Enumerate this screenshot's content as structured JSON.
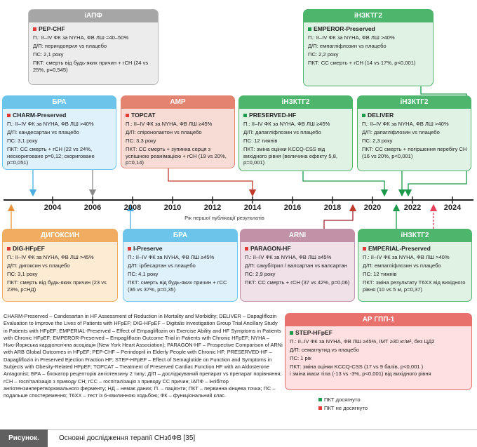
{
  "colors": {
    "grey": "#a6a6a6",
    "blue": "#6cc4ea",
    "red": "#e4836f",
    "green": "#4db66c",
    "orange": "#f0ad61",
    "mauve": "#c191a7",
    "coral": "#e9716d",
    "achieved": "#1a9a4a",
    "not_achieved": "#e8405a",
    "bullet": "#e53935"
  },
  "timeline": {
    "years": [
      "2004",
      "2006",
      "2008",
      "2010",
      "2012",
      "2014",
      "2016",
      "2018",
      "2020",
      "2022",
      "2024"
    ],
    "axis_label": "Рік першої публікації результатів"
  },
  "cards": {
    "pepchf": {
      "header": "іАПФ",
      "title": "PEP-CHF",
      "lines": [
        "П.: II–IV ФК за NYHA, ФВ ЛШ =40–50%",
        "Д/П: периндоприл vs плацебо",
        "ПС: 2,1 року",
        "ПКТ: смерть від будь-яких причин + гСН (24 vs 25%, p=0,545)"
      ]
    },
    "emperor": {
      "header": "іНЗКТГ2",
      "title": "EMPEROR-Preserved",
      "lines": [
        "П.: II–IV ФК за NYHA, ФВ ЛШ >40%",
        "Д/П: емпагліфлозин vs плацебо",
        "ПС: 2,2 року",
        "ПКТ: СС смерть + гСН (14 vs 17%, p<0,001)"
      ]
    },
    "charm": {
      "header": "БРА",
      "title": "CHARM-Preserved",
      "lines": [
        "П.: II–IV ФК за NYHA, ФВ ЛШ >40%",
        "Д/П: кандесартан vs плацебо",
        "ПС: 3,1 року",
        "ПКТ: СС смерть + гСН (22 vs 24%, нескориговане p=0,12; скориговане p=0,051)"
      ]
    },
    "topcat": {
      "header": "АМР",
      "title": "TOPCAT",
      "lines": [
        "П.: II–IV ФК за NYHA, ФВ ЛШ ≥45%",
        "Д/П: спіронолактон vs плацебо",
        "ПС: 3,3 року",
        "ПКТ: СС смерть + зупинка серця з успішною реанімацією + гСН (19 vs 20%, p=0,14)"
      ]
    },
    "preserved": {
      "header": "іНЗКТГ2",
      "title": "PRESERVED-HF",
      "lines": [
        "П.: II–IV ФК за NYHA, ФВ ЛШ ≥45%",
        "Д/П: дапагліфлозин vs плацебо",
        "ПС: 12 тижнів",
        "ПКТ: зміна оцінки KCCQ-CSS від вихідного рівня (величина ефекту 5,8, p=0,001)"
      ]
    },
    "deliver": {
      "header": "іНЗКТГ2",
      "title": "DELIVER",
      "lines": [
        "П.: II–IV ФК за NYHA, ФВ ЛШ >40%",
        "Д/П: дапагліфлозин vs плацебо",
        "ПС: 2,3 року",
        "ПКТ: СС смерть + погіршення перебігу СН (16 vs 20%, p<0,001)"
      ]
    },
    "dig": {
      "header": "ДИГОКСИН",
      "title": "DIG-HFpEF",
      "lines": [
        "П.: II–IV ФК за NYHA, ФВ ЛШ >45%",
        "Д/П: дигоксин vs плацебо",
        "ПС: 3,1 року",
        "ПКТ: смерть від будь-яких причин (23 vs 23%, p=НД)"
      ]
    },
    "ipreserve": {
      "header": "БРА",
      "title": "I-Preserve",
      "lines": [
        "П.: II–IV ФК за NYHA, ФВ ЛШ ≥45%",
        "Д/П: ірбесартан vs плацебо",
        "ПС: 4,1 року",
        "ПКТ: смерть від будь-яких причин + гСС (36 vs 37%, p=0,35)"
      ]
    },
    "paragon": {
      "header": "ARNI",
      "title": "PARAGON-HF",
      "lines": [
        "П.: II–IV ФК за NYHA, ФВ ЛШ ≥45%",
        "Д/П: сакубітрил / валсартан vs валсартан",
        "ПС: 2,9 року",
        "ПКТ: СС смерть + гСН (37 vs 42%, p=0,06)"
      ]
    },
    "emperial": {
      "header": "іНЗКТГ2",
      "title": "EMPERIAL-Preserved",
      "lines": [
        "П.: II–IV ФК за NYHA, ФВ ЛШ >40%",
        "Д/П: емпагліфлозин vs плацебо",
        "ПС: 12 тижнів",
        "ПКТ: зміна результату Т6ХХ від вихідного рівня (10 vs 5 м, p=0,37)"
      ]
    },
    "step": {
      "header": "АР ГПП-1",
      "title": "STEP-HFpEF",
      "lines": [
        "П.: II–IV ФК за NYHA, ФВ ЛШ ≥45%, ІМТ ≥30 кг/м², без ЦД2",
        "Д/П: семаглутид vs плацебо",
        "ПС: 1 рік",
        "ПКТ: зміна оцінки KCCQ-CSS (17 vs 9 балів, p<0,001 )",
        "і зміна маси тіла (-13 vs -3%, p<0,001) від вихідного рівня"
      ]
    }
  },
  "abbreviations": "CHARM-Preserved – Candesartan in HF Assessment of Reduction in Mortality and Morbidity; DELIVER – Dapagliflozin Evaluation to Improve the Lives of Patients with HFpEF; DIG-HFpEF – Digitalis Investigation Group Trial Ancillary Study in Patients with HFpEF; EMPERIAL-Preserved – Effect of Empagliflozin on Exercise Ability and HF Symptoms in Patients with Chronic HFpEF; EMPEROR-Preserved – Empagliflozin Outcome Trial in Patients with Chronic HFpEF; NYHA – Нью-Йоркська кардіологічна асоціація (New York Heart Association); PARAGON-HF – Prospective Comparison of ARNi with ARB Global Outcomes in HFpEF; PEP-CHF – Perindopril in Elderly People with Chronic HF; PRESERVED-HF – Dapagliflozin in Preserved Ejection Fraction HF; STEP-HFpEF – Effect of Semaglutide on Function and Symptoms in Subjects with Obesity-Related HFpEF; TOPCAT – Treatment of Preserved Cardiac Function HF with an Aldosterone Antagonist; БРА – блокатор рецепторів ангіотензину 2 типу; Д/П – досліджуваний препарат vs препарат порівняння; гСН – госпіталізація з приводу СН; гСС – госпіталізація з приводу СС причин; іАПФ – інгібітор ангіотензинперетворювального ферменту; НД – немає даних; П. – пацієнти; ПКТ – первинна кінцева точка; ПС – подальше спостереження; Т6ХХ – тест із 6-хвилинною ходьбою; ФК – функціональний клас.",
  "legend": {
    "achieved": "ПКТ досягнуто",
    "not_achieved": "ПКТ не досягнуто"
  },
  "caption": {
    "tag": "Рисунок.",
    "text": "Основні дослідження терапії СНзбФВ [35]"
  }
}
